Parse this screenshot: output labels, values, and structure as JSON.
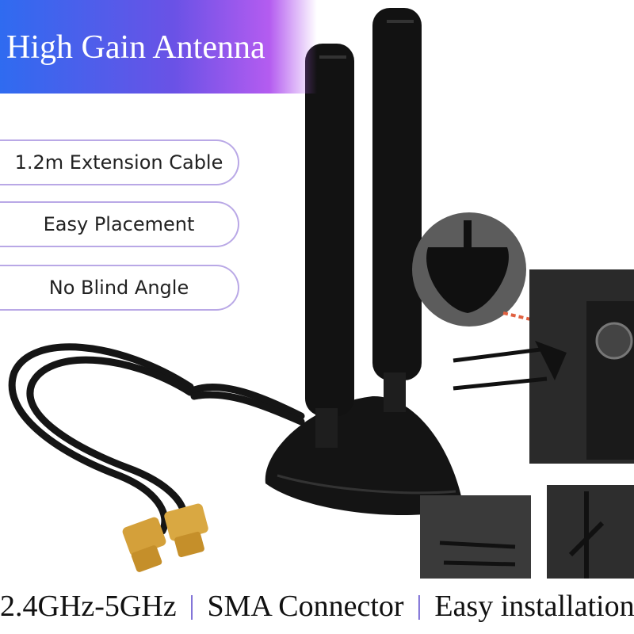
{
  "banner": {
    "title": "High Gain Antenna"
  },
  "features": [
    {
      "label": "1.2m Extension Cable"
    },
    {
      "label": "Easy Placement"
    },
    {
      "label": "No Blind Angle"
    }
  ],
  "specs": [
    {
      "label": "2.4GHz-5GHz"
    },
    {
      "label": "SMA Connector"
    },
    {
      "label": "Easy installation"
    }
  ],
  "colors": {
    "banner_start": "#2f6bf0",
    "banner_end": "#b45cf0",
    "pill_border": "#b9a8e6",
    "separator": "#6a5ad0",
    "connector_gold": "#d4a03a"
  }
}
